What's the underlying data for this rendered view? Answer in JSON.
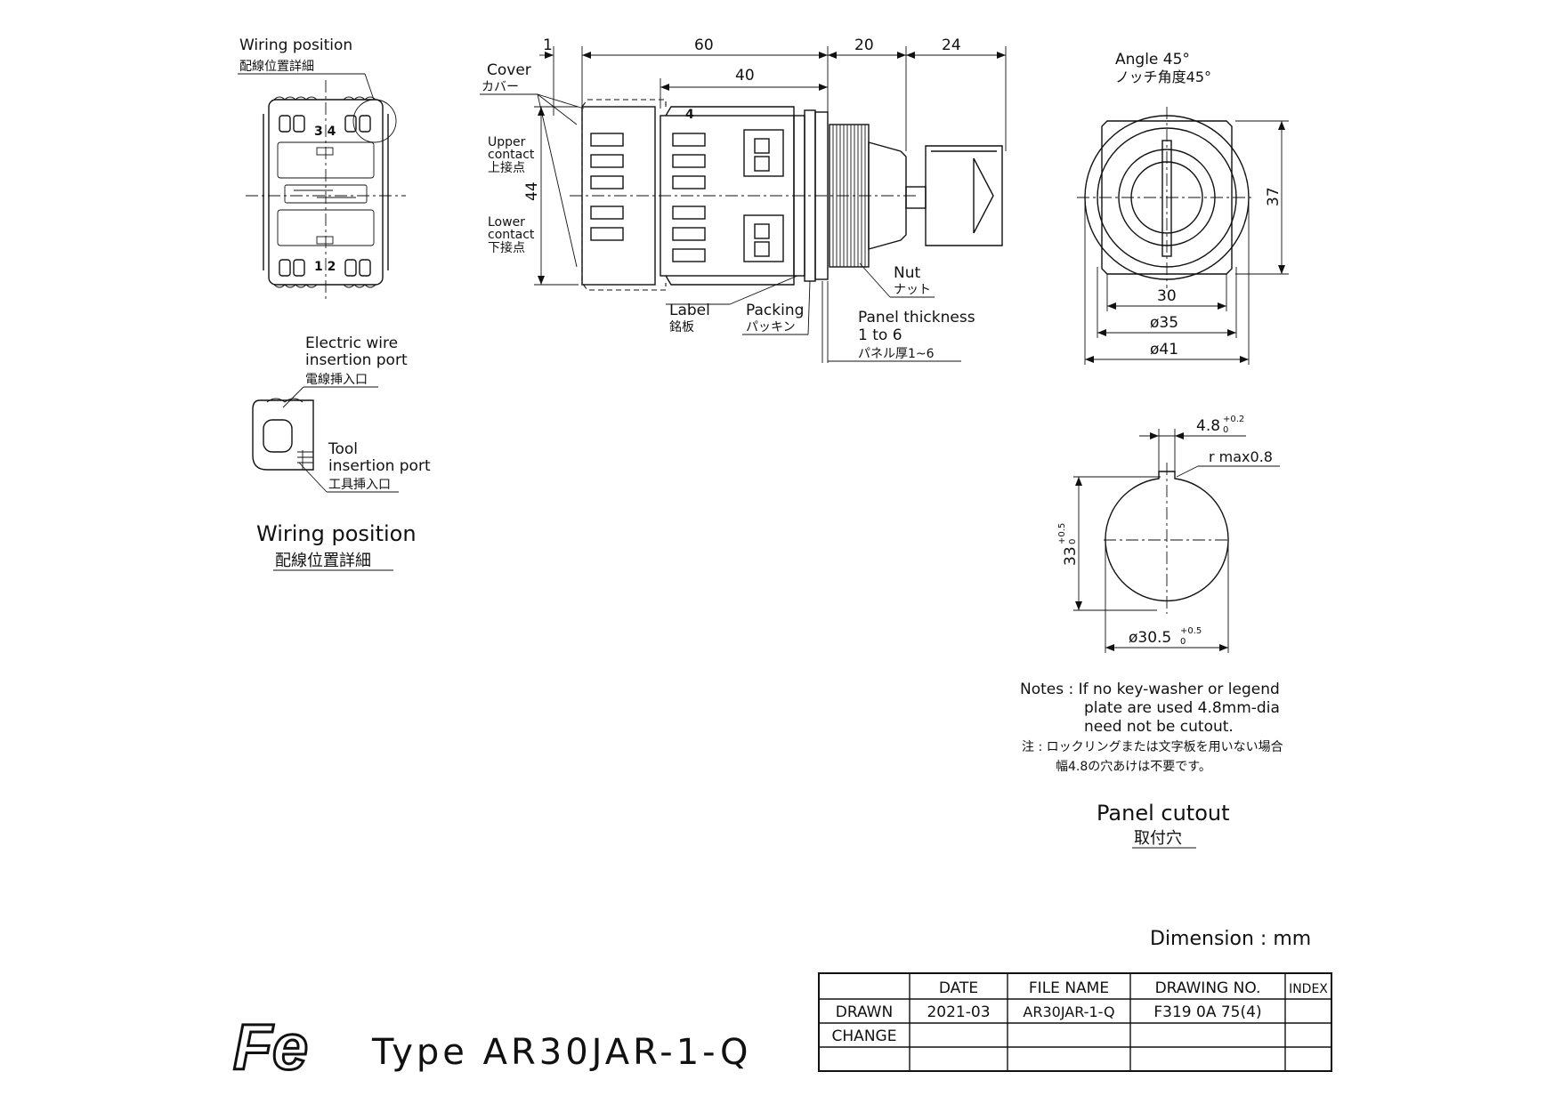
{
  "wiring_detail": {
    "label_en": "Wiring position",
    "label_jp": "配線位置詳細",
    "terminal_34": "3 4",
    "terminal_12": "1 2"
  },
  "wire_port": {
    "electric_en_1": "Electric wire",
    "electric_en_2": "insertion port",
    "electric_jp": "電線挿入口",
    "tool_en_1": "Tool",
    "tool_en_2": "insertion port",
    "tool_jp": "工具挿入口"
  },
  "wiring_caption": {
    "en": "Wiring position",
    "jp": "配線位置詳細"
  },
  "side_view": {
    "dim_1": "1",
    "dim_60": "60",
    "dim_40": "40",
    "dim_20": "20",
    "dim_24": "24",
    "dim_44": "44",
    "cover_en": "Cover",
    "cover_jp": "カバー",
    "upper_en_1": "Upper",
    "upper_en_2": "contact",
    "upper_jp": "上接点",
    "lower_en_1": "Lower",
    "lower_en_2": "contact",
    "lower_jp": "下接点",
    "label_en": "Label",
    "label_jp": "銘板",
    "packing_en": "Packing",
    "packing_jp": "パッキン",
    "nut_en": "Nut",
    "nut_jp": "ナット",
    "panel_en_1": "Panel thickness",
    "panel_en_2": "1 to 6",
    "panel_jp": "パネル厚1~6",
    "top_terminal": "4"
  },
  "front_view": {
    "angle_en": "Angle 45°",
    "angle_jp": "ノッチ角度45°",
    "dim_37": "37",
    "dim_30": "30",
    "dim_35": "ø35",
    "dim_41": "ø41"
  },
  "cutout": {
    "dim_48": "4.8",
    "dim_48_tol_up": "+0.2",
    "dim_48_tol_lo": "0",
    "dim_r": "r max0.8",
    "dim_33": "33",
    "dim_33_tol_up": "+0.5",
    "dim_33_tol_lo": "0",
    "dim_305": "ø30.5",
    "dim_305_tol_up": "+0.5",
    "dim_305_tol_lo": "0",
    "caption_en": "Panel cutout",
    "caption_jp": "取付穴"
  },
  "notes": {
    "en_1": "Notes : If no key-washer or legend",
    "en_2": "plate are used 4.8mm-dia",
    "en_3": "need not be cutout.",
    "jp_1": "注 : ロックリングまたは文字板を用いない場合",
    "jp_2": "幅4.8の穴あけは不要です。"
  },
  "dimension_unit": "Dimension : mm",
  "title_block": {
    "headers": [
      "DATE",
      "FILE NAME",
      "DRAWING NO.",
      "INDEX"
    ],
    "rows": [
      [
        "DRAWN",
        "2021-03",
        "AR30JAR-1-Q",
        "F319 0A 75(4)",
        ""
      ],
      [
        "CHANGE",
        "",
        "",
        "",
        ""
      ],
      [
        "",
        "",
        "",
        "",
        ""
      ]
    ]
  },
  "logo_text": "Fe",
  "type_label": "Type AR30JAR-1-Q"
}
